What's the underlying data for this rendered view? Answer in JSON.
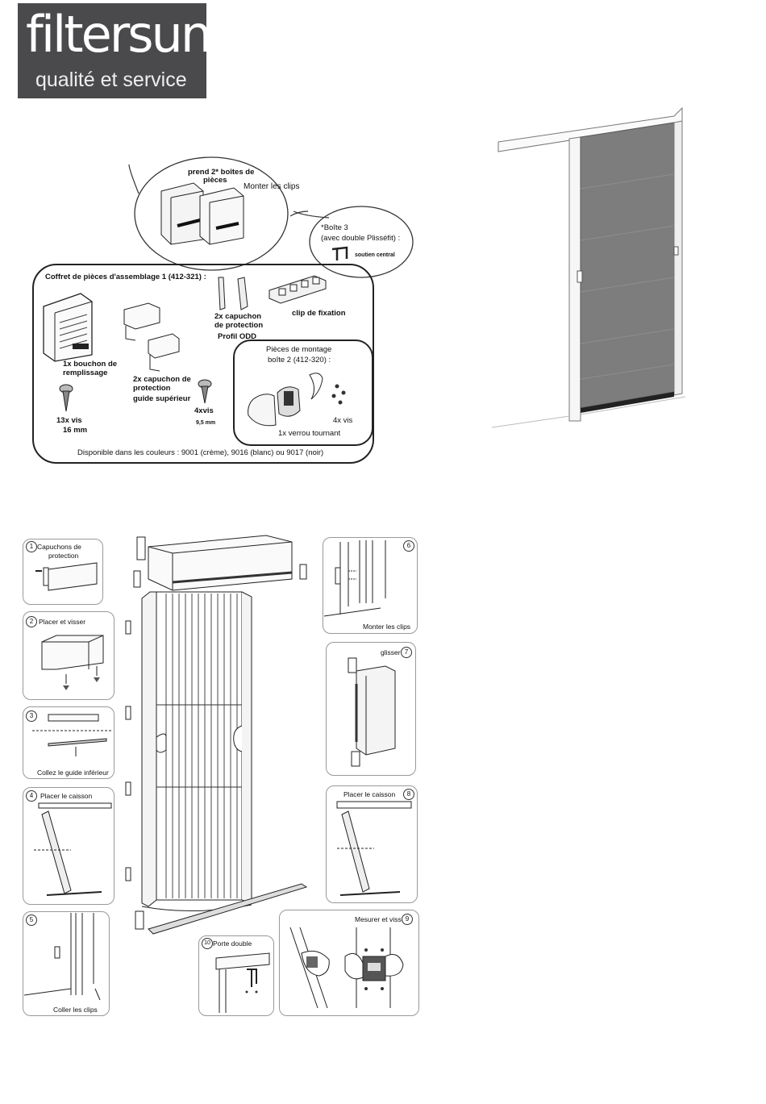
{
  "logo": {
    "brand": "filtersun",
    "tagline": "qualité et service"
  },
  "kit": {
    "bubble_top": {
      "line1": "prend 2* boîtes de",
      "line2": "pièces",
      "monter": "Monter les clips"
    },
    "bubble_right": {
      "line1": "*Boîte 3",
      "line2": "(avec double Plisséfit) :",
      "part": "soutien central"
    },
    "coffret_title": "Coffret de pièces d'assemblage 1 (412-321) :",
    "bouchon": {
      "line1": "1x bouchon de",
      "line2": "remplissage"
    },
    "capuchon_guide": {
      "line1": "2x capuchon de",
      "line2": "protection",
      "line3": "guide supérieur"
    },
    "capuchon_profil": {
      "line1": "2x capuchon",
      "line2": "de protection",
      "line3": "Profil ODD"
    },
    "clip": "clip de fixation",
    "vis13": {
      "line1": "13x vis",
      "line2": "16 mm"
    },
    "vis4": {
      "line1": "4xvis",
      "line2": "9,5 mm"
    },
    "montage": {
      "line1": "Pièces de montage",
      "line2": "boîte 2 (412-320) :",
      "vis": "4x vis",
      "verrou": "1x verrou tournant"
    },
    "colors": "Disponible dans les couleurs : 9001 (crème), 9016 (blanc) ou 9017 (noir)"
  },
  "steps": [
    {
      "num": "1",
      "line1": "Capuchons de",
      "line2": "protection"
    },
    {
      "num": "2",
      "line1": "Placer et visser"
    },
    {
      "num": "3",
      "line1": "Collez le guide inférieur"
    },
    {
      "num": "4",
      "line1": "Placer le caisson"
    },
    {
      "num": "5",
      "line1": "Coller les clips"
    },
    {
      "num": "6",
      "line1": "Monter les clips"
    },
    {
      "num": "7",
      "line1": "glisser"
    },
    {
      "num": "8",
      "line1": "Placer le caisson"
    },
    {
      "num": "9",
      "line1": "Mesurer et visser"
    },
    {
      "num": "10",
      "line1": "Porte double"
    }
  ]
}
